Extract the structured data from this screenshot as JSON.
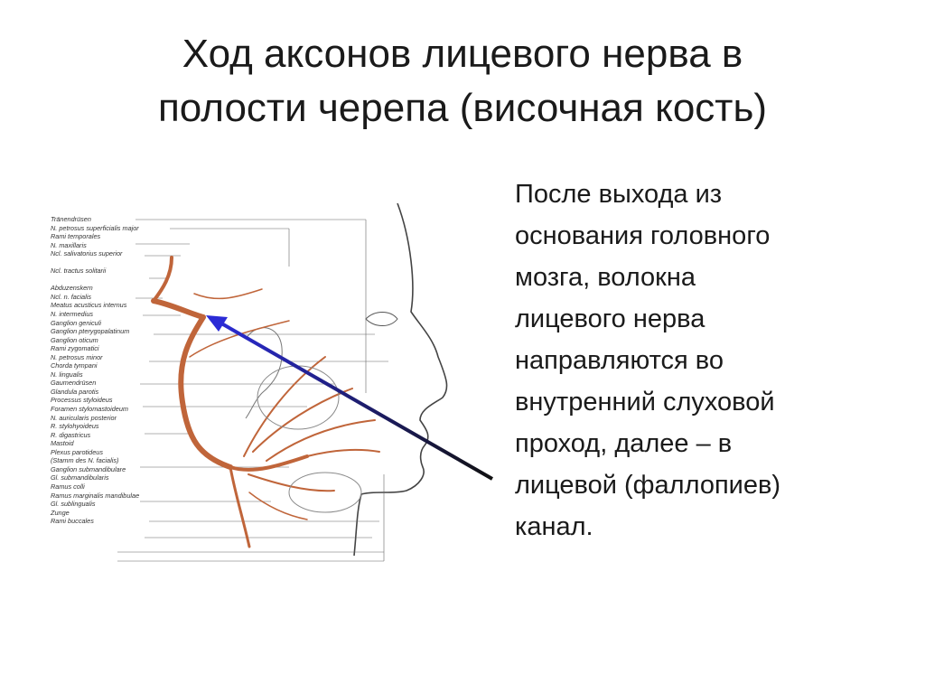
{
  "slide": {
    "title_lines": [
      "Ход аксонов лицевого нерва в",
      "полости черепа (височная кость)"
    ],
    "body_lines": [
      "После выхода из",
      "основания головного",
      "мозга, волокна",
      "лицевого нерва",
      "направляются во",
      "внутренний слуховой",
      "проход, далее – в",
      "лицевой (фаллопиев)",
      "канал."
    ]
  },
  "diagram": {
    "nerve_color": "#c0653a",
    "arrow_color": "#2b2bd6",
    "labels": [
      "Tränendrüsen",
      "N. petrosus superficialis major",
      "Rami temporales",
      "N. maxillaris",
      "Ncl. salivatorius superior",
      "",
      "Ncl. tractus solitarii",
      "",
      "Abduzenskern",
      "Ncl. n. facialis",
      "Meatus acusticus internus",
      "N. intermedius",
      "Ganglion geniculi",
      "Ganglion pterygopalatinum",
      "Ganglion oticum",
      "Rami zygomatici",
      "N. petrosus minor",
      "Chorda tympani",
      "N. lingualis",
      "Gaumendrüsen",
      "Glandula parotis",
      "Processus styloideus",
      "Foramen stylomastoideum",
      "N. auricularis posterior",
      "R. stylohyoideus",
      "R. digastricus",
      "Mastoid",
      "Plexus parotideus",
      "(Stamm des N. facialis)",
      "Ganglion submandibulare",
      "Gl. submandibularis",
      "Ramus colli",
      "Ramus marginalis mandibulae",
      "Gl. sublingualis",
      "Zunge",
      "Rami buccales"
    ]
  }
}
